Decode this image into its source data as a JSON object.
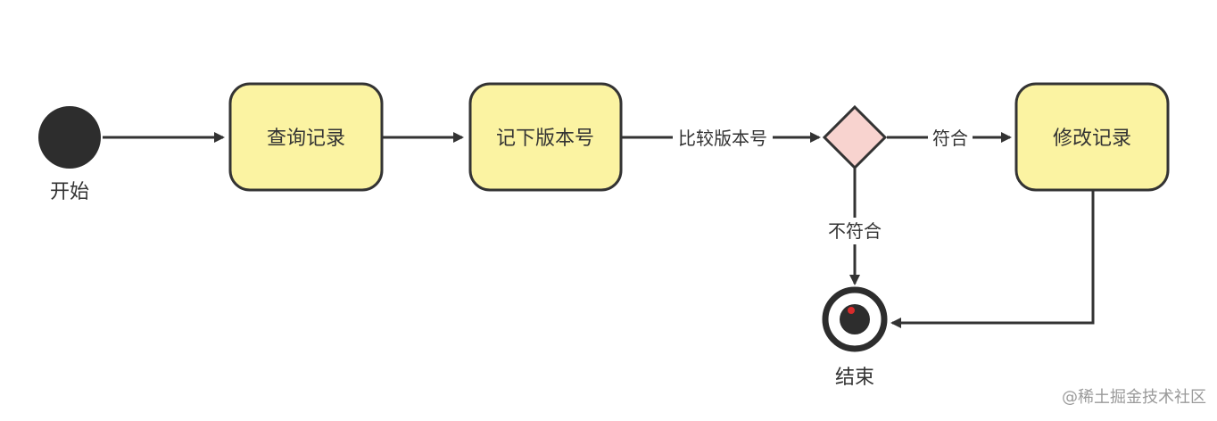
{
  "start": {
    "label": "开始"
  },
  "end": {
    "label": "结束"
  },
  "nodes": {
    "query": "查询记录",
    "record_version": "记下版本号",
    "modify": "修改记录"
  },
  "edges": {
    "compare": "比较版本号",
    "match": "符合",
    "no_match": "不符合"
  },
  "watermark": "@稀土掘金技术社区",
  "colors": {
    "activity_fill": "#fbf3a2",
    "activity_stroke": "#333333",
    "decision_fill": "#f8d3cf",
    "start_fill": "#2d2d2d"
  }
}
